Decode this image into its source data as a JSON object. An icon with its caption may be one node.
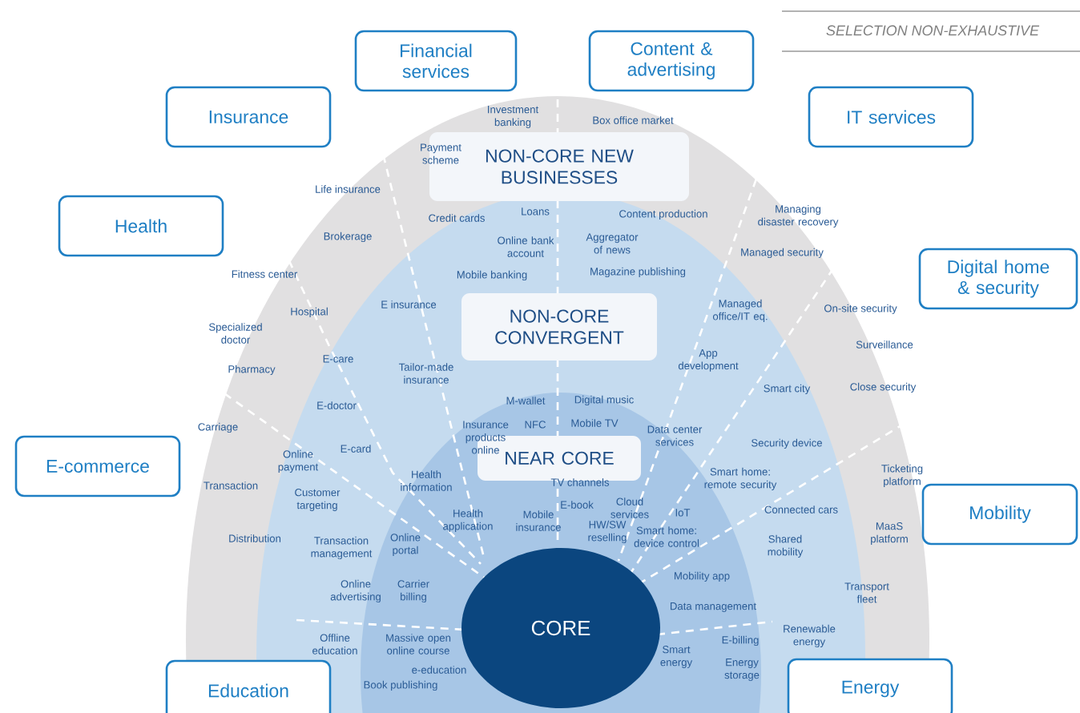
{
  "diagram": {
    "nodes": [
      {
        "text": [
          "Financial services"
        ]
      },
      {
        "text": [
          "Content & advertising"
        ]
      },
      {
        "text": [
          "Insurance"
        ]
      },
      {
        "text": [
          "IT services"
        ]
      },
      {
        "text": [
          "Health"
        ]
      },
      {
        "text": [
          "Digital home & security"
        ]
      },
      {
        "text": [
          "E-commerce"
        ]
      },
      {
        "text": [
          "Mobility"
        ]
      },
      {
        "text": [
          "Education"
        ]
      },
      {
        "text": [
          "Energy"
        ]
      },
      {
        "text": [
          "NON-CORE NEW BUSINESSES"
        ]
      },
      {
        "text": [
          "NON-CORE CONVERGENT"
        ]
      },
      {
        "text": [
          "NEAR CORE"
        ]
      },
      {
        "text": [
          "CORE"
        ]
      }
    ],
    "labels": [
      "SELECTION NON-EXHAUSTIVE",
      "Investment banking",
      "Box office market",
      "Payment scheme",
      "Life insurance",
      "Credit cards",
      "Loans",
      "Content production",
      "Managing disaster recovery",
      "Brokerage",
      "Online bank account",
      "Aggregator of news",
      "Mobile banking",
      "Magazine publishing",
      "Managed security",
      "Fitness center",
      "E insurance",
      "Hospital",
      "Managed office/IT eq.",
      "On-site security",
      "Specialized doctor",
      "Surveillance",
      "E-care",
      "Tailor-made insurance",
      "App development",
      "Pharmacy",
      "Smart city",
      "Close security",
      "E-doctor",
      "M-wallet",
      "Digital music",
      "NFC",
      "Mobile TV",
      "Carriage",
      "Insurance products online",
      "Data center services",
      "E-card",
      "Security device",
      "Online payment",
      "Ticketing platform",
      "Transaction",
      "Health information",
      "Smart home: remote security",
      "TV channels",
      "Customer targeting",
      "E-book",
      "Cloud services",
      "IoT",
      "Connected cars",
      "Health application",
      "Mobile insurance",
      "HW/SW reselling",
      "Smart home: device control",
      "MaaS platform",
      "Distribution",
      "Transaction management",
      "Online portal",
      "Shared mobility",
      "Mobility app",
      "Online advertising",
      "Carrier billing",
      "Transport fleet",
      "Data management",
      "Offline education",
      "Massive open online course",
      "E-billing",
      "Renewable energy",
      "Smart energy",
      "Energy storage",
      "e-education",
      "Book publishing"
    ]
  }
}
